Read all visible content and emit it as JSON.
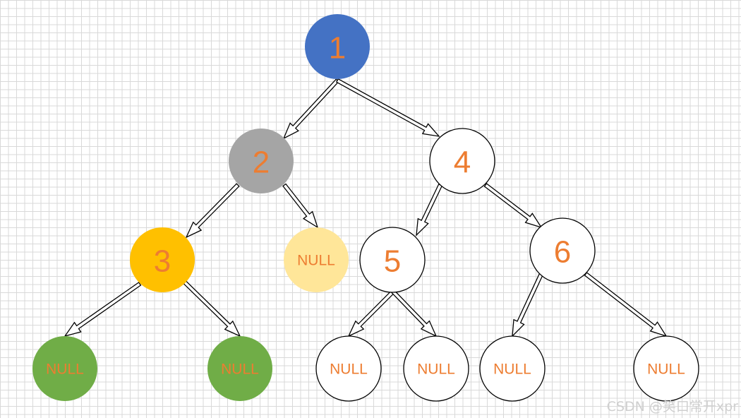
{
  "colors": {
    "root": "#4472C4",
    "level2": "#A5A5A5",
    "level3": "#FFC000",
    "null_light": "#FFE699",
    "null_green": "#70AD47",
    "plain": "#FFFFFF",
    "label": "#ED7D31",
    "stroke": "#000000"
  },
  "nodes": [
    {
      "id": "n1",
      "label": "1",
      "kind": "num",
      "fill": "#4472C4"
    },
    {
      "id": "n2",
      "label": "2",
      "kind": "num",
      "fill": "#A5A5A5"
    },
    {
      "id": "n4",
      "label": "4",
      "kind": "num",
      "fill": "#FFFFFF"
    },
    {
      "id": "n3",
      "label": "3",
      "kind": "num",
      "fill": "#FFC000"
    },
    {
      "id": "n2r",
      "label": "NULL",
      "kind": "null",
      "fill": "#FFE699"
    },
    {
      "id": "n5",
      "label": "5",
      "kind": "num",
      "fill": "#FFFFFF"
    },
    {
      "id": "n6",
      "label": "6",
      "kind": "num",
      "fill": "#FFFFFF"
    },
    {
      "id": "n3l",
      "label": "NULL",
      "kind": "null",
      "fill": "#70AD47"
    },
    {
      "id": "n3r",
      "label": "NULL",
      "kind": "null",
      "fill": "#70AD47"
    },
    {
      "id": "n5l",
      "label": "NULL",
      "kind": "null",
      "fill": "#FFFFFF"
    },
    {
      "id": "n5r",
      "label": "NULL",
      "kind": "null",
      "fill": "#FFFFFF"
    },
    {
      "id": "n6l",
      "label": "NULL",
      "kind": "null",
      "fill": "#FFFFFF"
    },
    {
      "id": "n6r",
      "label": "NULL",
      "kind": "null",
      "fill": "#FFFFFF"
    }
  ],
  "edges": [
    {
      "from": "n1",
      "to": "n2"
    },
    {
      "from": "n1",
      "to": "n4"
    },
    {
      "from": "n2",
      "to": "n3"
    },
    {
      "from": "n2",
      "to": "n2r"
    },
    {
      "from": "n4",
      "to": "n5"
    },
    {
      "from": "n4",
      "to": "n6"
    },
    {
      "from": "n3",
      "to": "n3l"
    },
    {
      "from": "n3",
      "to": "n3r"
    },
    {
      "from": "n5",
      "to": "n5l"
    },
    {
      "from": "n5",
      "to": "n5r"
    },
    {
      "from": "n6",
      "to": "n6l"
    },
    {
      "from": "n6",
      "to": "n6r"
    }
  ],
  "watermark": "CSDN @笑口常开xpr"
}
